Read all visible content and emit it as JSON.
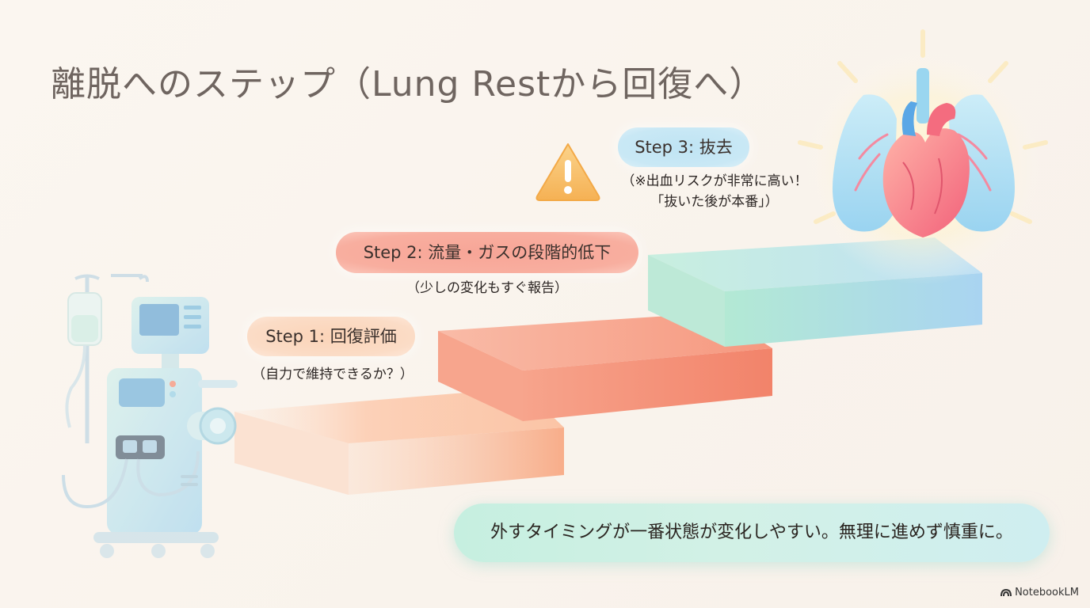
{
  "title": "離脱へのステップ（Lung Restから回復へ）",
  "steps": [
    {
      "label": "Step 1: 回復評価",
      "note": "（自力で維持できるか？）"
    },
    {
      "label": "Step 2: 流量・ガスの段階的低下",
      "note": "（少しの変化もすぐ報告）"
    },
    {
      "label": "Step 3: 抜去",
      "note_line1": "（※出血リスクが非常に高い！",
      "note_line2": "「抜いた後が本番」）"
    }
  ],
  "warning_icon": "warning-triangle-icon",
  "summary": "外すタイミングが一番状態が変化しやすい。無理に進めず慎重に。",
  "brand": "NotebookLM",
  "colors": {
    "step1": "#fbd4b8",
    "step2": "#f7a597",
    "step3": "#bfe4f4",
    "summary": "#c6efe0",
    "warning": "#f7c06a"
  }
}
